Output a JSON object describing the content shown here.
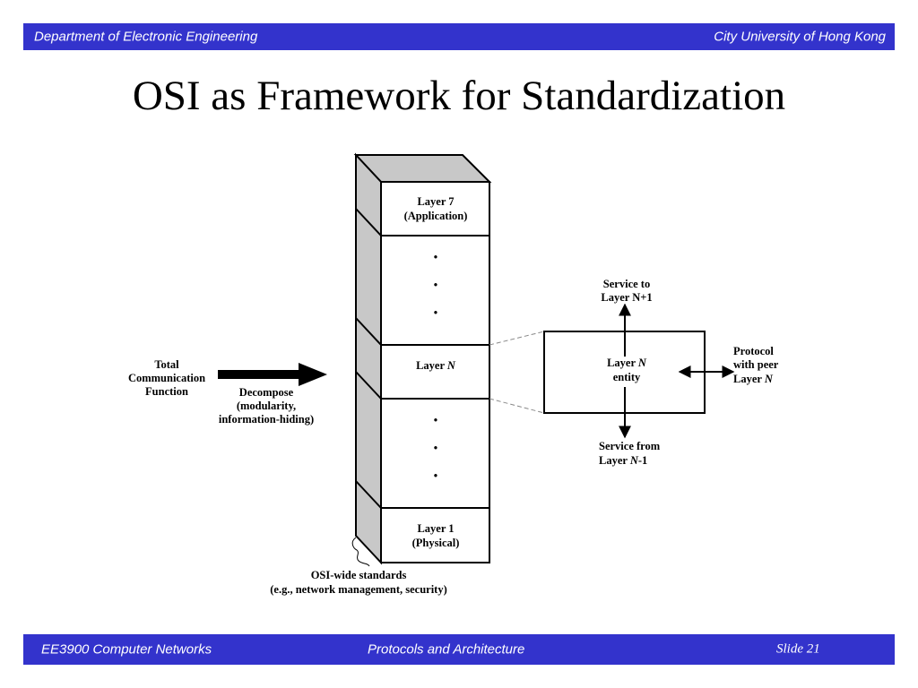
{
  "header": {
    "department": "Department of Electronic Engineering",
    "university": "City University of Hong Kong"
  },
  "slide_title": "OSI as Framework for Standardization",
  "diagram": {
    "layer7": [
      "Layer 7",
      "(Application)"
    ],
    "layerN": [
      "Layer ",
      "N"
    ],
    "layer1": [
      "Layer 1",
      "(Physical)"
    ],
    "dot": "•",
    "total_function": [
      "Total",
      "Communication",
      "Function"
    ],
    "decompose": [
      "Decompose",
      "(modularity,",
      "information-hiding)"
    ],
    "osi_wide": [
      "OSI-wide standards",
      "(e.g., network management, security)"
    ],
    "service_to": [
      "Service to",
      "Layer N+1"
    ],
    "entity": [
      "Layer ",
      "N",
      "entity"
    ],
    "protocol": [
      "Protocol",
      "with peer",
      "Layer ",
      "N"
    ],
    "service_from": [
      "Service from",
      "Layer ",
      "N",
      "-1"
    ]
  },
  "footer": {
    "course": "EE3900 Computer Networks",
    "topic": "Protocols and Architecture",
    "slide_label": "Slide",
    "slide_number": "21"
  }
}
